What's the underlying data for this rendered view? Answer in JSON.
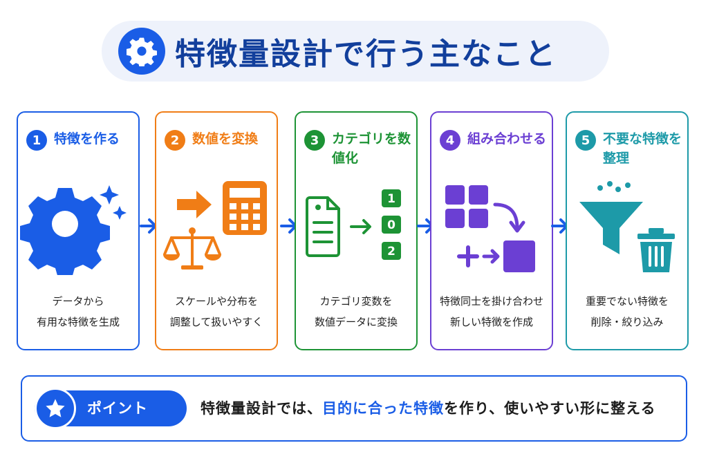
{
  "title": "特徴量設計で行う主なこと",
  "colors": {
    "blue": "#1a5de6",
    "orange": "#f07d16",
    "green": "#1d9335",
    "purple": "#6b3fd3",
    "teal": "#1d9aa8"
  },
  "steps": [
    {
      "num": "1",
      "title": "特徴を作る",
      "desc": "データから\n有用な特徴を生成",
      "icon": "gear-sparkle-icon"
    },
    {
      "num": "2",
      "title": "数値を変換",
      "desc": "スケールや分布を\n調整して扱いやすく",
      "icon": "calculator-scale-icon"
    },
    {
      "num": "3",
      "title": "カテゴリを数値化",
      "desc": "カテゴリ変数を\n数値データに変換",
      "icon": "document-to-numbers-icon",
      "badges": [
        "1",
        "0",
        "2"
      ]
    },
    {
      "num": "4",
      "title": "組み合わせる",
      "desc": "特徴同士を掛け合わせ\n新しい特徴を作成",
      "icon": "combine-blocks-icon"
    },
    {
      "num": "5",
      "title": "不要な特徴を整理",
      "desc": "重要でない特徴を\n削除・絞り込み",
      "icon": "funnel-trash-icon"
    }
  ],
  "point": {
    "label": "ポイント",
    "text_before": "特徴量設計では、",
    "highlight": "目的に合った特徴",
    "text_after": "を作り、使いやすい形に整える"
  }
}
